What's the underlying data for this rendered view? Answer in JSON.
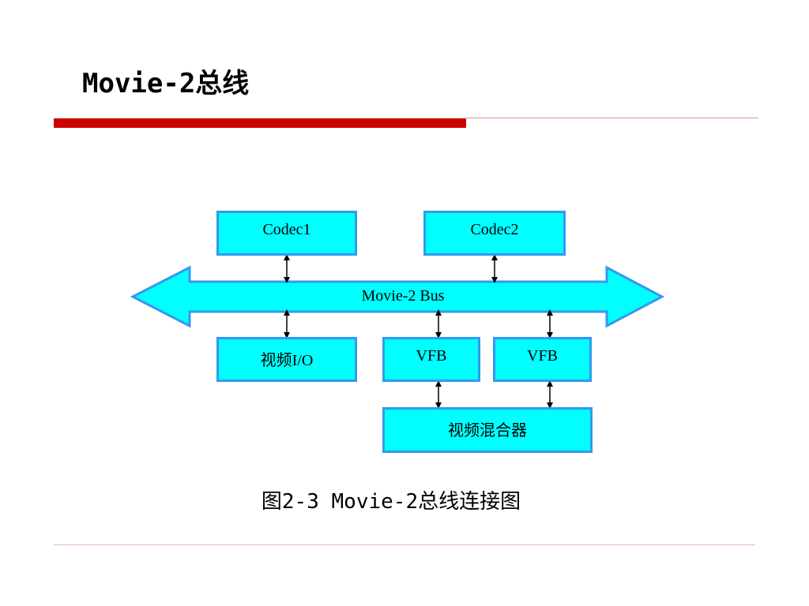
{
  "slide": {
    "title": "Movie-2总线",
    "accent_color": "#cc0000"
  },
  "diagram": {
    "bus_label": "Movie-2 Bus",
    "nodes": {
      "codec1": "Codec1",
      "codec2": "Codec2",
      "video_io": "视频I/O",
      "vfb1": "VFB",
      "vfb2": "VFB",
      "mixer": "视频混合器"
    },
    "fill_color": "#00ffff",
    "border_color": "#3399ee"
  },
  "caption": "图2-3 Movie-2总线连接图"
}
